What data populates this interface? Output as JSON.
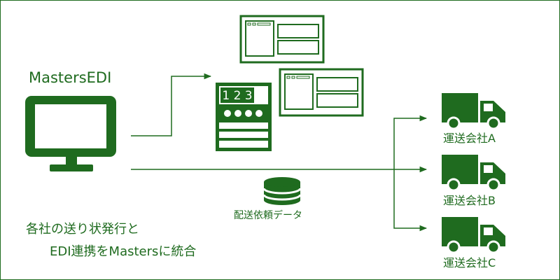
{
  "colors": {
    "accent": "#1f6b1f",
    "background": "#ffffff"
  },
  "app": {
    "name": "MastersEDI",
    "icon": "monitor-icon"
  },
  "documents": {
    "icons": [
      "form-window-icon",
      "form-window-icon",
      "shipping-label-icon"
    ],
    "label_digits": "1 2 3"
  },
  "database": {
    "label": "配送依頼データ",
    "icon": "database-icon"
  },
  "carriers": [
    {
      "label": "運送会社A",
      "icon": "truck-icon"
    },
    {
      "label": "運送会社B",
      "icon": "truck-icon"
    },
    {
      "label": "運送会社C",
      "icon": "truck-icon"
    }
  ],
  "caption": {
    "line1": "各社の送り状発行と",
    "line2": "EDI連携をMastersに統合"
  }
}
